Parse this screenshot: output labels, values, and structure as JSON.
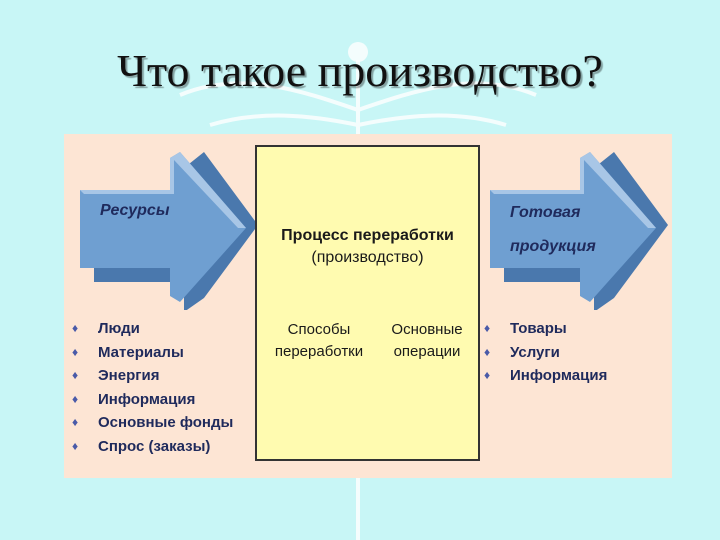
{
  "title": "Что такое производство?",
  "left_arrow": {
    "label": "Ресурсы"
  },
  "right_arrow": {
    "label_line1": "Готовая",
    "label_line2": "продукция"
  },
  "center": {
    "title": "Процесс переработки",
    "subtitle": "(производство)",
    "col1_line1": "Способы",
    "col1_line2": "переработки",
    "col2_line1": "Основные",
    "col2_line2": "операции"
  },
  "resources": [
    "Люди",
    "Материалы",
    "Энергия",
    "Информация",
    "Основные фонды",
    "Спрос (заказы)"
  ],
  "products": [
    "Товары",
    "Услуги",
    "Информация"
  ],
  "colors": {
    "background": "#c8f6f6",
    "panel": "#fde5d4",
    "center_box": "#fffbb0",
    "arrow": "#6f9fd1",
    "arrow_dark": "#4a78ad",
    "text": "#1f2a5c"
  },
  "icons": {
    "bullet": "diamond-bullet-icon",
    "emblem": "caduceus-icon"
  }
}
